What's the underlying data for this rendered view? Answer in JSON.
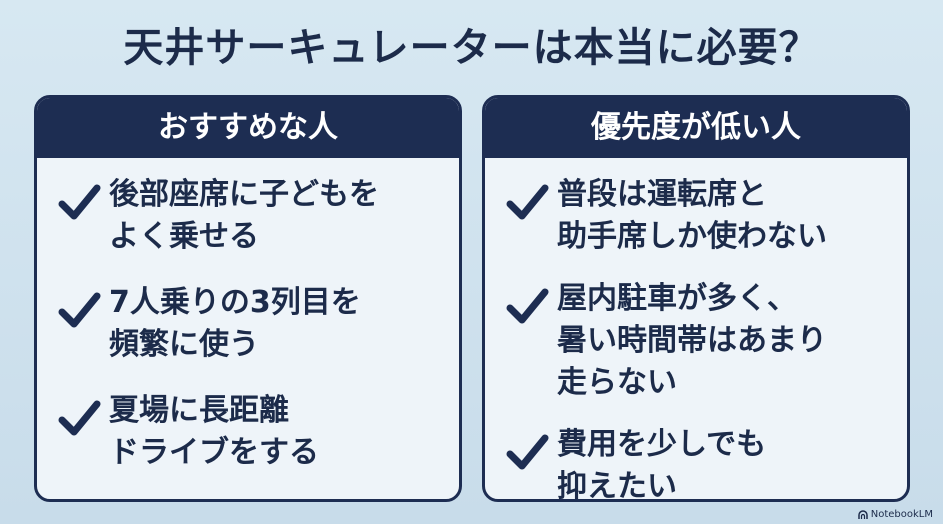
{
  "title": "天井サーキュレーターは本当に必要？",
  "left_card": {
    "heading": "おすすめな人",
    "icon": "check-icon",
    "items": [
      "後部座席に子どもを\nよく乗せる",
      "7人乗りの3列目を\n頻繁に使う",
      "夏場に長距離\nドライブをする"
    ]
  },
  "right_card": {
    "heading": "優先度が低い人",
    "icon": "check-icon",
    "items": [
      "普段は運転席と\n助手席しか使わない",
      "屋内駐車が多く、\n暑い時間帯はあまり\n走らない",
      "費用を少しでも\n抑えたい"
    ]
  },
  "brand": {
    "label": "NotebookLM",
    "icon": "notebooklm-logo-icon"
  },
  "colors": {
    "navy": "#1d2d52",
    "text": "#1c2b4a",
    "card_bg": "#eef4f9",
    "page_bg": "#cfe2ee"
  }
}
